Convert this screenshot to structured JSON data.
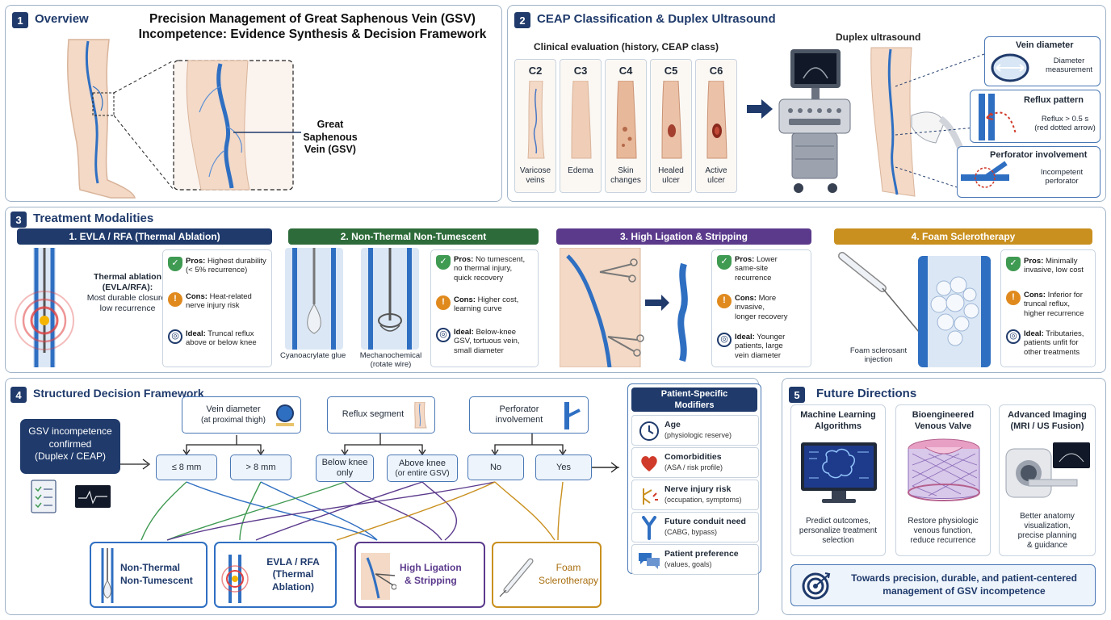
{
  "overview": {
    "num": "1",
    "title": "Overview",
    "main_title_line1": "Precision Management of Great Saphenous Vein (GSV)",
    "main_title_line2": "Incompetence: Evidence Synthesis & Decision Framework",
    "gsv_label_line1": "Great",
    "gsv_label_line2": "Saphenous",
    "gsv_label_line3": "Vein (GSV)"
  },
  "ceap": {
    "num": "2",
    "title": "CEAP Classification & Duplex Ultrasound",
    "clinical_label": "Clinical evaluation (history, CEAP class)",
    "classes": [
      {
        "code": "C2",
        "line1": "Varicose",
        "line2": "veins"
      },
      {
        "code": "C3",
        "line1": "Edema",
        "line2": ""
      },
      {
        "code": "C4",
        "line1": "Skin",
        "line2": "changes"
      },
      {
        "code": "C5",
        "line1": "Healed",
        "line2": "ulcer"
      },
      {
        "code": "C6",
        "line1": "Active",
        "line2": "ulcer"
      }
    ],
    "duplex_label": "Duplex ultrasound",
    "diameter": {
      "title": "Vein diameter",
      "line1": "Diameter",
      "line2": "measurement"
    },
    "reflux": {
      "title": "Reflux pattern",
      "line1": "Reflux > 0.5 s",
      "line2": "(red dotted arrow)"
    },
    "perforator": {
      "title": "Perforator involvement",
      "line1": "Incompetent",
      "line2": "perforator"
    }
  },
  "treatment": {
    "num": "3",
    "title": "Treatment Modalities",
    "m1": {
      "head": "1. EVLA / RFA (Thermal Ablation)",
      "desc_line1": "Thermal ablation",
      "desc_line2": "(EVLA/RFA):",
      "desc_line3": "Most durable closure,",
      "desc_line4": "low recurrence",
      "pros_k": "Pros:",
      "pros_l1": "Highest durability",
      "pros_l2": "(< 5% recurrence)",
      "cons_k": "Cons:",
      "cons_l1": "Heat-related",
      "cons_l2": "nerve injury risk",
      "ideal_k": "Ideal:",
      "ideal_l1": "Truncal reflux",
      "ideal_l2": "above or below knee"
    },
    "m2": {
      "head": "2. Non-Thermal Non-Tumescent",
      "img1_label": "Cyanoacrylate glue",
      "img2_label_line1": "Mechanochemical",
      "img2_label_line2": "(rotate wire)",
      "pros_k": "Pros:",
      "pros_l1": "No tumescent,",
      "pros_l2": "no thermal injury,",
      "pros_l3": "quick recovery",
      "cons_k": "Cons:",
      "cons_l1": "Higher cost,",
      "cons_l2": "learning curve",
      "ideal_k": "Ideal:",
      "ideal_l1": "Below-knee",
      "ideal_l2": "GSV, tortuous vein,",
      "ideal_l3": "small diameter"
    },
    "m3": {
      "head": "3. High Ligation & Stripping",
      "pros_k": "Pros:",
      "pros_l1": "Lower",
      "pros_l2": "same-site",
      "pros_l3": "recurrence",
      "cons_k": "Cons:",
      "cons_l1": "More",
      "cons_l2": "invasive,",
      "cons_l3": "longer recovery",
      "ideal_k": "Ideal:",
      "ideal_l1": "Younger",
      "ideal_l2": "patients, large",
      "ideal_l3": "vein diameter"
    },
    "m4": {
      "head": "4. Foam Sclerotherapy",
      "img_label_line1": "Foam sclerosant",
      "img_label_line2": "injection",
      "pros_k": "Pros:",
      "pros_l1": "Minimally",
      "pros_l2": "invasive, low cost",
      "cons_k": "Cons:",
      "cons_l1": "Inferior for",
      "cons_l2": "truncal reflux,",
      "cons_l3": "higher recurrence",
      "ideal_k": "Ideal:",
      "ideal_l1": "Tributaries,",
      "ideal_l2": "patients unfit for",
      "ideal_l3": "other treatments"
    }
  },
  "decision": {
    "num": "4",
    "title": "Structured Decision Framework",
    "start_line1": "GSV incompetence",
    "start_line2": "confirmed",
    "start_line3": "(Duplex / CEAP)",
    "q1_line1": "Vein diameter",
    "q1_line2": "(at proximal thigh)",
    "q2": "Reflux segment",
    "q3_line1": "Perforator",
    "q3_line2": "involvement",
    "o1": "≤ 8 mm",
    "o2": "> 8 mm",
    "o3_line1": "Below knee",
    "o3_line2": "only",
    "o4_line1": "Above knee",
    "o4_line2": "(or entire GSV)",
    "o5": "No",
    "o6": "Yes",
    "out1_line1": "Non-Thermal",
    "out1_line2": "Non-Tumescent",
    "out2_line1": "EVLA / RFA",
    "out2_line2": "(Thermal Ablation)",
    "out3_line1": "High Ligation",
    "out3_line2": "& Stripping",
    "out4_line1": "Foam",
    "out4_line2": "Sclerotherapy",
    "modifiers_title_line1": "Patient-Specific",
    "modifiers_title_line2": "Modifiers",
    "modifiers": [
      {
        "title": "Age",
        "sub": "(physiologic reserve)"
      },
      {
        "title": "Comorbidities",
        "sub": "(ASA / risk profile)"
      },
      {
        "title": "Nerve injury risk",
        "sub": "(occupation, symptoms)"
      },
      {
        "title": "Future conduit need",
        "sub": "(CABG, bypass)"
      },
      {
        "title": "Patient preference",
        "sub": "(values, goals)"
      }
    ]
  },
  "future": {
    "num": "5",
    "title": "Future Directions",
    "items": [
      {
        "title_l1": "Machine Learning",
        "title_l2": "Algorithms",
        "d1": "Predict outcomes,",
        "d2": "personalize treatment",
        "d3": "selection",
        "d4": ""
      },
      {
        "title_l1": "Bioengineered",
        "title_l2": "Venous Valve",
        "d1": "Restore physiologic",
        "d2": "venous function,",
        "d3": "reduce recurrence",
        "d4": ""
      },
      {
        "title_l1": "Advanced Imaging",
        "title_l2": "(MRI / US Fusion)",
        "d1": "Better anatomy",
        "d2": "visualization,",
        "d3": "precise planning",
        "d4": "& guidance"
      }
    ],
    "banner_line1": "Towards precision, durable, and patient-centered",
    "banner_line2": "management of GSV incompetence"
  },
  "colors": {
    "navy": "#1f3a6b",
    "green": "#2e6b3a",
    "purple": "#5b3a8c",
    "gold": "#c9901f",
    "vein": "#2f6fc2"
  }
}
